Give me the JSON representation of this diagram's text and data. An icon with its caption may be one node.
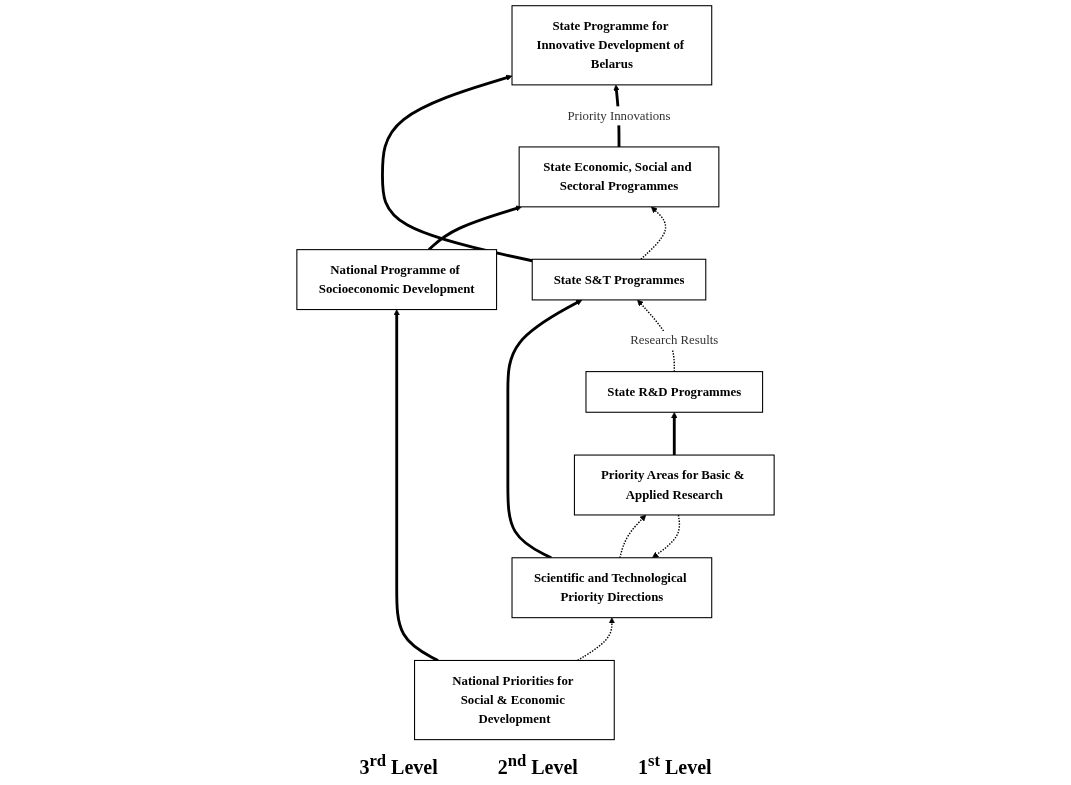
{
  "diagram": {
    "nodes": [
      {
        "text": [
          "State Programme for Innovative Development of Belarus"
        ]
      },
      {
        "text": [
          "State Economic, Social and Sectoral Programmes"
        ]
      },
      {
        "text": [
          "National Programme of Socioeconomic Development"
        ]
      },
      {
        "text": [
          "National Priorities for Social & Economic Development"
        ]
      },
      {
        "text": [
          "State S&T Programmes"
        ]
      },
      {
        "text": [
          "Scientific and Technological Priority Directions"
        ]
      },
      {
        "text": [
          "State R&D Programmes"
        ]
      },
      {
        "text": [
          "Priority Areas for Basic & Applied Research"
        ]
      }
    ],
    "edges": [
      {
        "from": 4,
        "to": 0,
        "arrow": "to"
      },
      {
        "from": 1,
        "to": 0,
        "arrow": "to",
        "label": "Priority Innovations"
      },
      {
        "from": 2,
        "to": 1,
        "arrow": "to"
      },
      {
        "from": 3,
        "to": 2,
        "arrow": "to"
      },
      {
        "from": 3,
        "to": 5,
        "arrow": "to",
        "style": "dashed"
      },
      {
        "from": 4,
        "to": 1,
        "arrow": "to",
        "style": "dashed"
      },
      {
        "from": 5,
        "to": 4,
        "arrow": "to"
      },
      {
        "from": 5,
        "to": 7,
        "arrow": "to",
        "style": "dashed"
      },
      {
        "from": 7,
        "to": 5,
        "arrow": "to",
        "style": "dashed"
      },
      {
        "from": 6,
        "to": 4,
        "arrow": "to",
        "style": "dashed",
        "label": "Research Results"
      },
      {
        "from": 7,
        "to": 6,
        "arrow": "to"
      }
    ],
    "labels": [
      "3$^{rd}$ Level",
      "2$^{nd}$ Level",
      "1$^{st}$ Level"
    ]
  }
}
